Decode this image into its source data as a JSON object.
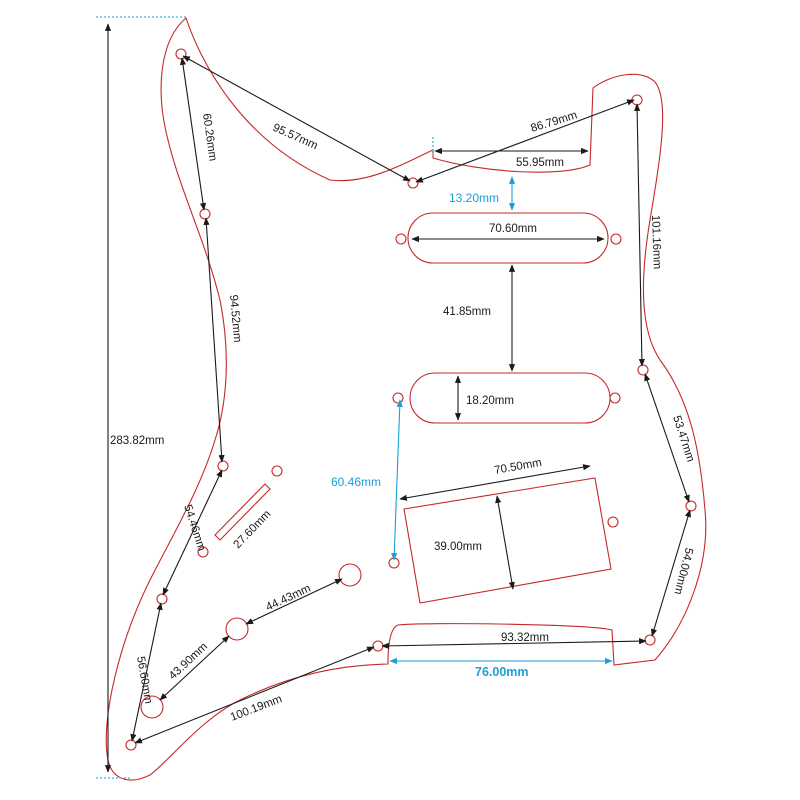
{
  "colors": {
    "outline": "#c62828",
    "dimension": "#1a1a1a",
    "highlight": "#1a9fd6"
  },
  "dimensions": {
    "overall_height": "283.82mm",
    "top_left_span": "95.57mm",
    "top_right_span": "86.79mm",
    "neck_pocket_width": "55.95mm",
    "neck_gap": "13.20mm",
    "neck_pickup_length": "70.60mm",
    "pickup_spacing": "41.85mm",
    "pickup_width": "18.20mm",
    "left_upper_edge": "60.26mm",
    "left_mid_edge": "94.52mm",
    "right_upper_edge": "101.16mm",
    "right_mid_edge": "53.47mm",
    "right_lower_edge": "54.00mm",
    "switch_slot": "27.60mm",
    "left_lower_edge": "54.46mm",
    "hb_offset": "60.46mm",
    "humbucker_length": "70.50mm",
    "humbucker_width": "39.00mm",
    "knob_spacing_1": "44.43mm",
    "knob_spacing_2": "43.90mm",
    "left_bottom_edge": "56.60mm",
    "bottom_span": "100.19mm",
    "bottom_right_span": "93.32mm",
    "bridge_cutout_width": "76.00mm"
  }
}
